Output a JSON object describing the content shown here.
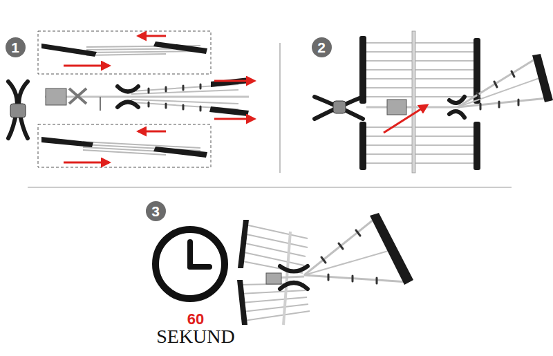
{
  "diagram": {
    "nodes": [
      {
        "text": [
          "1"
        ]
      },
      {
        "text": [
          "2"
        ]
      },
      {
        "text": [
          "3"
        ]
      }
    ],
    "labels": [
      "60",
      "SEKUND"
    ]
  }
}
